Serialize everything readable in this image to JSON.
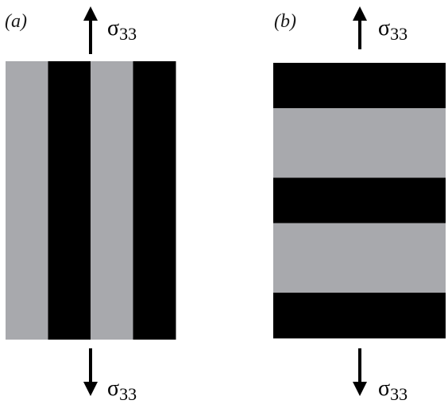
{
  "colors": {
    "dark": "#000000",
    "light": "#a8a9ad",
    "background": "#ffffff"
  },
  "panels": [
    {
      "label": "(a)",
      "orientation": "vertical",
      "stripes": [
        "light",
        "dark",
        "light",
        "dark"
      ],
      "top_label": {
        "symbol": "σ",
        "subscript": "33",
        "arrow": "up"
      },
      "bottom_label": {
        "symbol": "σ",
        "subscript": "33",
        "arrow": "down"
      }
    },
    {
      "label": "(b)",
      "orientation": "horizontal",
      "stripes": [
        "dark",
        "light",
        "dark",
        "light",
        "dark"
      ],
      "top_label": {
        "symbol": "σ",
        "subscript": "33",
        "arrow": "up"
      },
      "bottom_label": {
        "symbol": "σ",
        "subscript": "33",
        "arrow": "down"
      }
    }
  ]
}
